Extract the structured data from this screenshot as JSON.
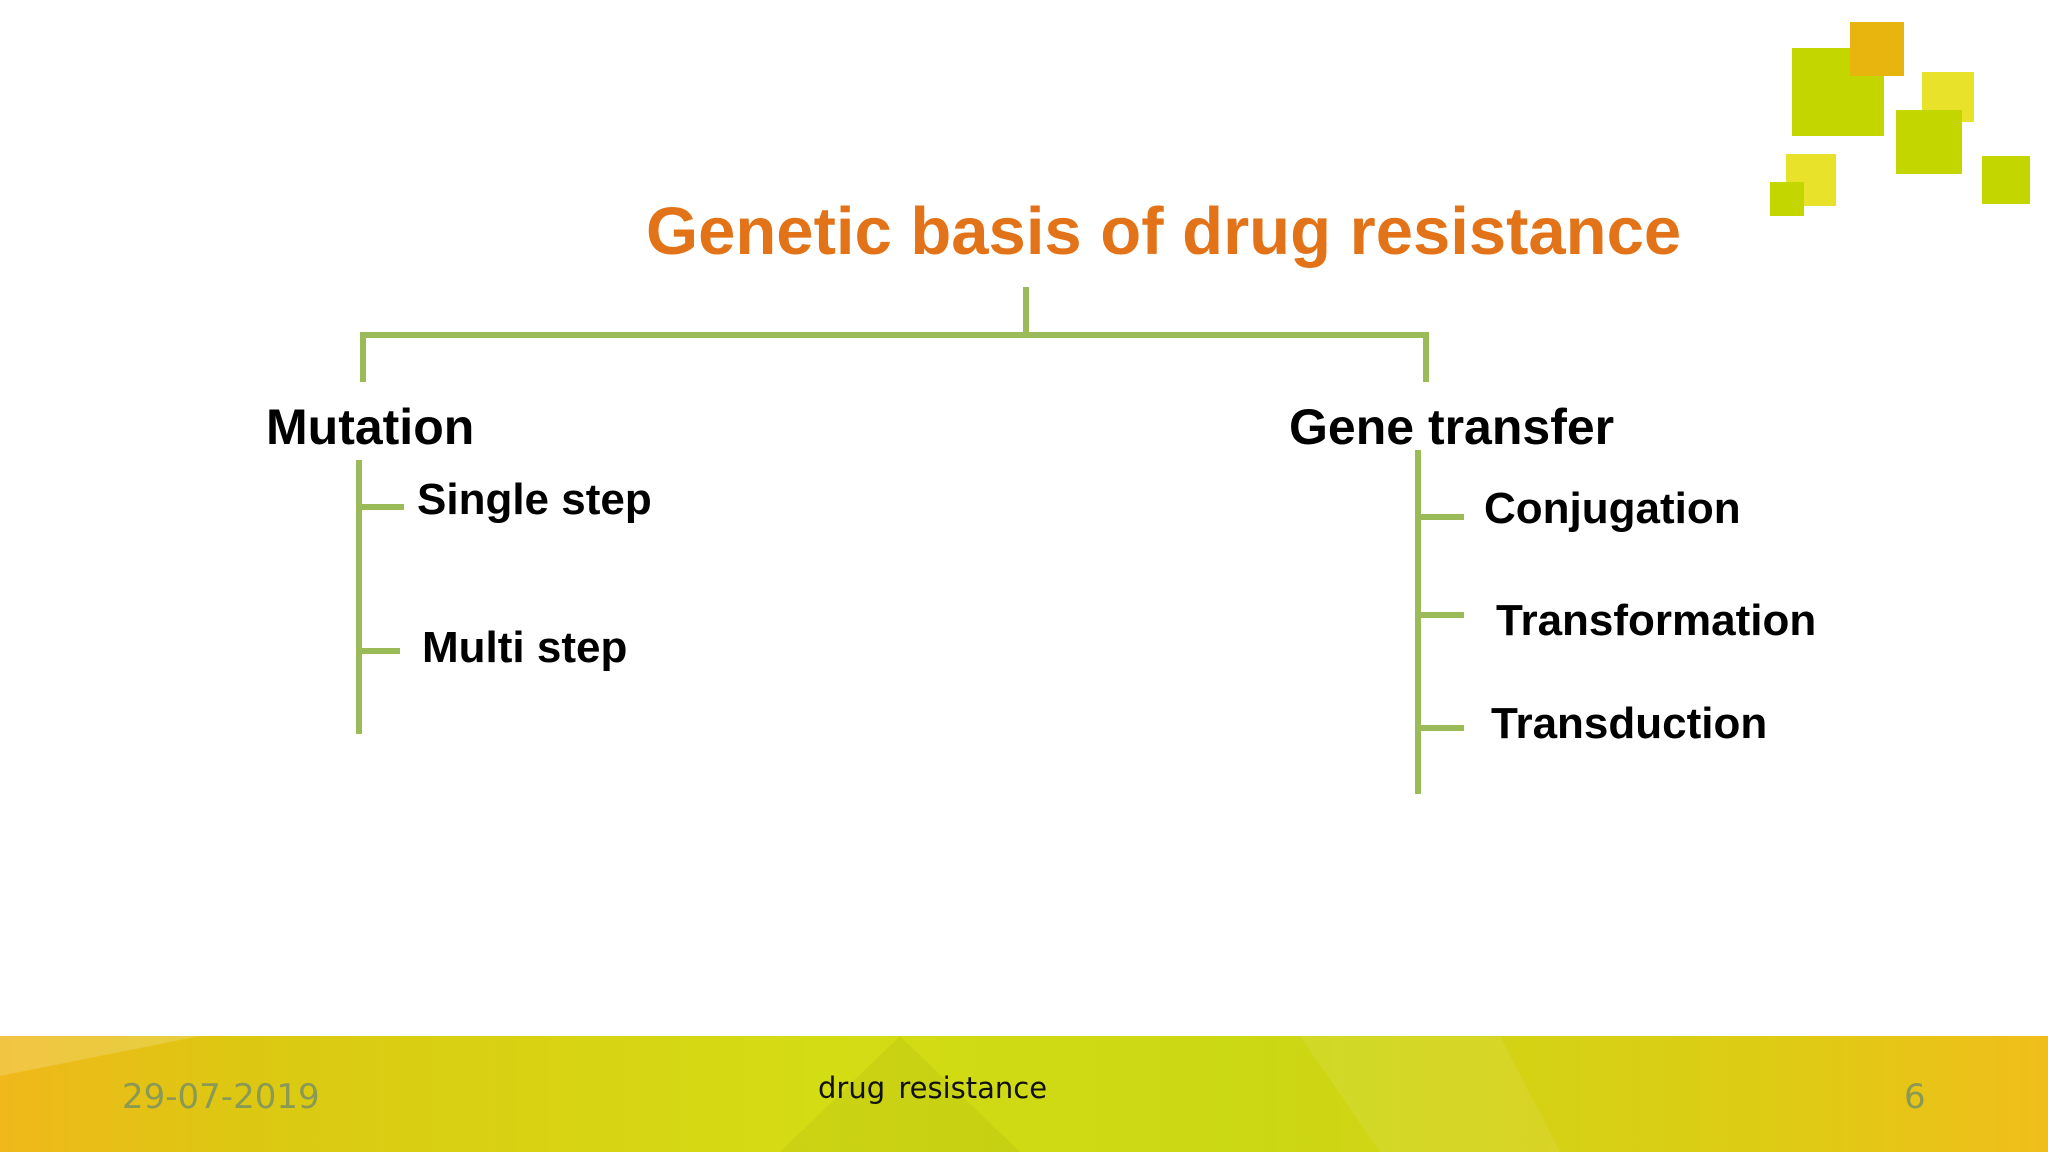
{
  "slide": {
    "title": "Genetic basis of drug resistance",
    "branches": [
      {
        "label": "Mutation",
        "children": [
          "Single step",
          "Multi step"
        ]
      },
      {
        "label": "Gene transfer",
        "children": [
          "Conjugation",
          "Transformation",
          "Transduction"
        ]
      }
    ]
  },
  "footer": {
    "date": "29-07-2019",
    "topic": "drug resistance",
    "page_number": "6"
  },
  "colors": {
    "title": "#e27319",
    "connector": "#9bbb59",
    "text": "#000000",
    "footer_text": "#8a9a54",
    "deco_green": "#c3d600",
    "deco_yellow": "#e9e22a",
    "deco_orange": "#e8b40e"
  }
}
